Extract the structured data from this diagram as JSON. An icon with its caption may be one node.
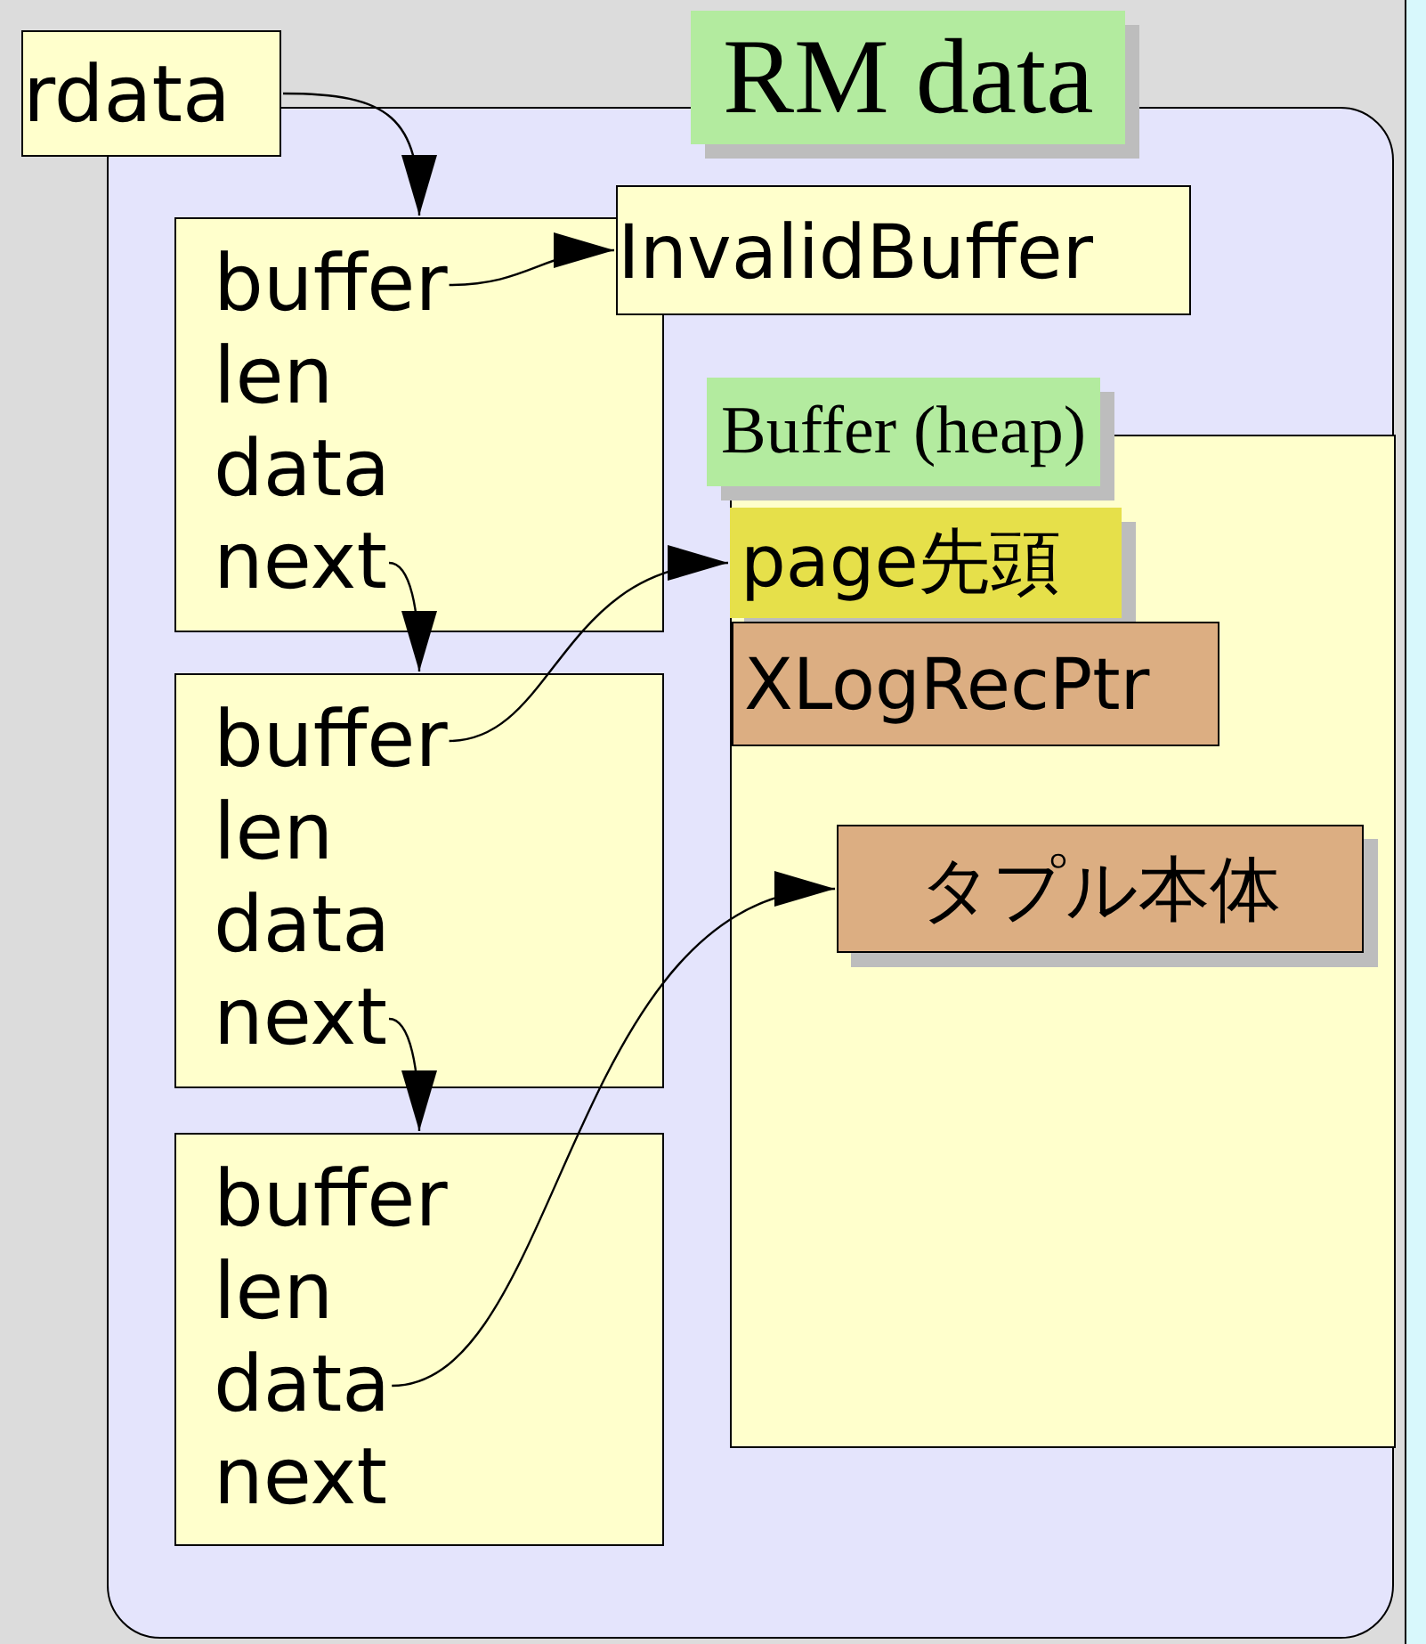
{
  "diagram": {
    "nodes": [
      {
        "text": [
          "RM data"
        ]
      },
      {
        "text": [
          "rdata"
        ]
      },
      {
        "text": [
          "InvalidBuffer"
        ],
        "in": 0
      },
      {
        "text": [],
        "shape": "box",
        "in": 0
      },
      {
        "text": [
          "buffer"
        ],
        "in": 3
      },
      {
        "text": [
          "len"
        ],
        "in": 3
      },
      {
        "text": [
          "data"
        ],
        "in": 3
      },
      {
        "text": [
          "next"
        ],
        "in": 3
      },
      {
        "text": [],
        "shape": "box",
        "in": 0
      },
      {
        "text": [
          "buffer"
        ],
        "in": 8
      },
      {
        "text": [
          "len"
        ],
        "in": 8
      },
      {
        "text": [
          "data"
        ],
        "in": 8
      },
      {
        "text": [
          "next"
        ],
        "in": 8
      },
      {
        "text": [],
        "shape": "box",
        "in": 0
      },
      {
        "text": [
          "buffer"
        ],
        "in": 13
      },
      {
        "text": [
          "len"
        ],
        "in": 13
      },
      {
        "text": [
          "data"
        ],
        "in": 13
      },
      {
        "text": [
          "next"
        ],
        "in": 13
      },
      {
        "text": [
          "Buffer (heap)"
        ],
        "in": 0
      },
      {
        "text": [
          "page先頭"
        ],
        "in": 18
      },
      {
        "text": [
          "XLogRecPtr"
        ],
        "in": 18
      },
      {
        "text": [
          "タプル本体"
        ],
        "in": 18
      }
    ],
    "edges": [
      {
        "from": 1,
        "to": 3,
        "arrow": "to"
      },
      {
        "from": 4,
        "to": 2,
        "arrow": "to"
      },
      {
        "from": 7,
        "to": 8,
        "arrow": "to"
      },
      {
        "from": 9,
        "to": 19,
        "arrow": "to"
      },
      {
        "from": 12,
        "to": 13,
        "arrow": "to"
      },
      {
        "from": 16,
        "to": 21,
        "arrow": "to"
      }
    ]
  }
}
